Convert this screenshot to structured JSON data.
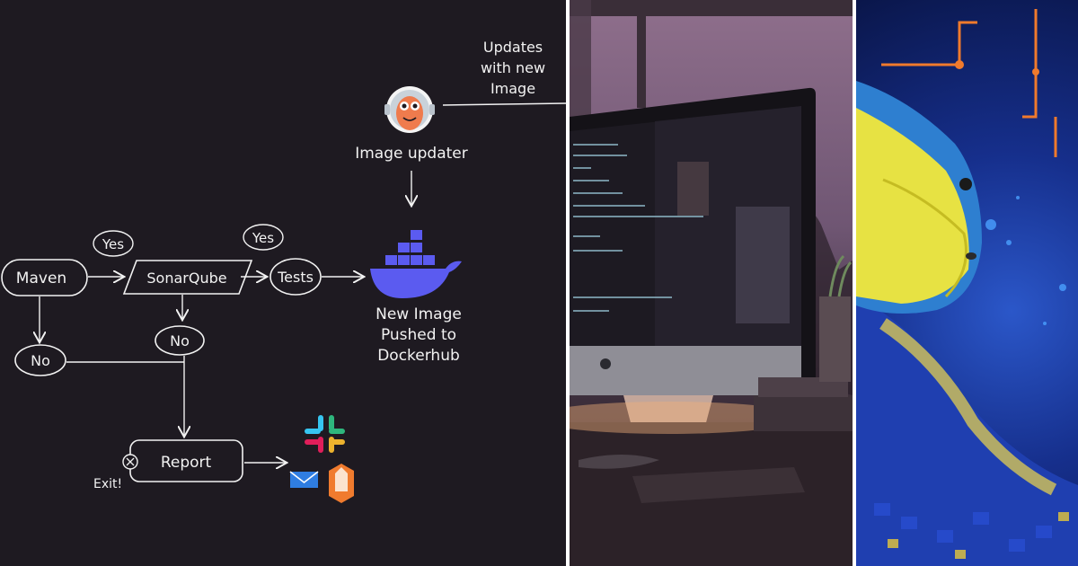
{
  "diagram": {
    "nodes": {
      "maven": "Maven",
      "sonarqube": "SonarQube",
      "tests": "Tests",
      "report": "Report",
      "no_left": "No",
      "no_mid": "No",
      "yes_1": "Yes",
      "yes_2": "Yes"
    },
    "labels": {
      "image_updater": "Image updater",
      "updates_line1": "Updates",
      "updates_line2": "with new",
      "updates_line3": "Image",
      "pushed_line1": "New Image",
      "pushed_line2": "Pushed to",
      "pushed_line3": "Dockerhub",
      "exit": "Exit!"
    },
    "icons": [
      "argo-robot-icon",
      "docker-whale-icon",
      "slack-icon",
      "mail-icon",
      "prometheus-icon",
      "stop-icon"
    ],
    "colors": {
      "background": "#1e1a21",
      "stroke": "#f2f2f2",
      "docker": "#5b5bf0",
      "argo": "#ef7b4d"
    }
  },
  "panels": {
    "middle": {
      "subject": "monitor-desk-photo"
    },
    "right": {
      "subject": "snake-illustration"
    }
  }
}
